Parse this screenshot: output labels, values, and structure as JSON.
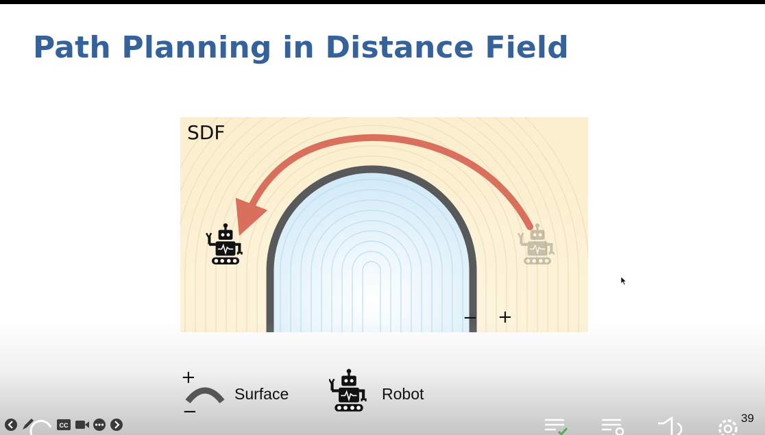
{
  "slide": {
    "title": "Path Planning in Distance Field",
    "figure": {
      "label": "SDF",
      "inside_sign": "−",
      "outside_sign": "+",
      "path_color": "#d9705e",
      "surface_color": "#58595b",
      "outside_color": "#fbefcf",
      "inside_color": "#d9eef8"
    },
    "legend": {
      "surface": {
        "plus": "+",
        "minus": "−",
        "label": "Surface",
        "icon": "surface-arc-icon"
      },
      "robot": {
        "label": "Robot",
        "icon": "robot-icon"
      }
    }
  },
  "player": {
    "left_controls": [
      "arrow-left-icon",
      "pen-icon",
      "loading-spinner-icon",
      "closed-captions-icon",
      "camera-icon",
      "more-icon",
      "arrow-right-icon"
    ],
    "cc_label": "CC",
    "right_controls": [
      "playlist-check-icon",
      "playlist-search-icon",
      "volume-icon",
      "settings-icon"
    ],
    "page_number": "39"
  }
}
